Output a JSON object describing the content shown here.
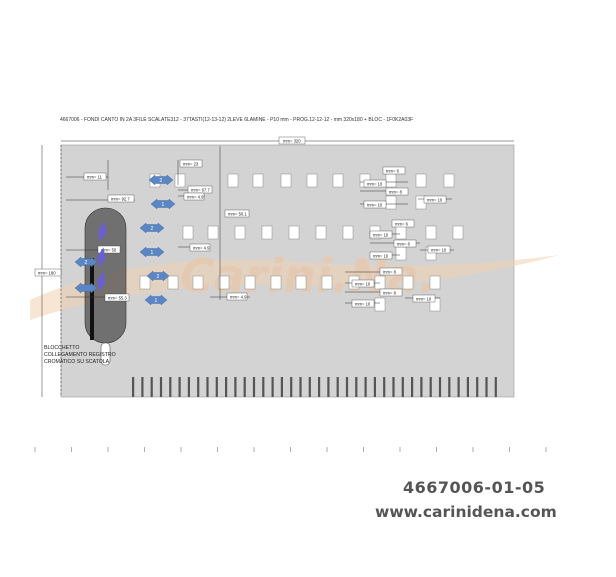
{
  "title": "4667006 - FONDI CANTO IN 2A 3FILE SCALATE312 - 37TASTI(12-13-12) 2LEVE 6LAMINE - P10 mm - PROG.12-12-12 - mm 320x180 + BLOC - 1F0K2A03F",
  "watermark": "Carini.Na.",
  "note": {
    "line1": "BLOCCHETTO",
    "line2": "COLLEGAMENTO REGISTRO",
    "line3": "CROMATICO SU SCATOLA"
  },
  "footer": {
    "code": "4667006-01-05",
    "website": "www.carinidena.com"
  },
  "dims": {
    "top_width": "mm= 320",
    "left_height": "mm= 180",
    "d11": "mm= 11",
    "d23": "mm= 23",
    "d677": "mm= 67.7",
    "d49a": "mm= 4.9",
    "d927": "mm= 92.7",
    "d501": "mm= 50.1",
    "d50": "mm= 50",
    "d49b": "mm= 4.9",
    "d553": "mm= 55.3",
    "d49c": "mm= 4.9",
    "r1a": "mm= 6",
    "r1b": "mm= 10",
    "r1c": "mm= 8",
    "r1d": "mm= 10",
    "r1e": "mm= 10",
    "r2a": "mm= 6",
    "r2b": "mm= 10",
    "r2c": "mm= 6",
    "r2d": "mm= 10",
    "r2e": "mm= 10",
    "r3a": "mm= 8",
    "r3b": "mm= 10",
    "r3c": "mm= 8",
    "r3d": "mm= 10",
    "r3e": "mm= 10"
  },
  "arrow_numbers": [
    "2",
    "1",
    "2",
    "1",
    "2",
    "1",
    "2"
  ],
  "colors": {
    "plate": "#d3d3d3",
    "arrow": "#5b86c4",
    "diagonal": "#6a5fd1",
    "capsule": "#4a4a4a",
    "watermark": "#f2c39a"
  }
}
